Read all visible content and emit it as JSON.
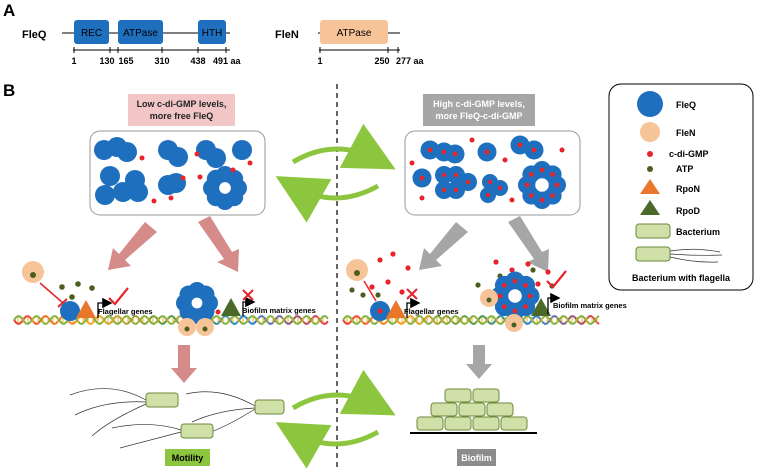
{
  "panel_a": {
    "letter": "A",
    "fleq": {
      "name": "FleQ",
      "domains": [
        "REC",
        "ATPase",
        "HTH"
      ],
      "ticks": [
        "1",
        "130",
        "165",
        "310",
        "438",
        "491 aa"
      ]
    },
    "flen": {
      "name": "FleN",
      "domains": [
        "ATPase"
      ],
      "ticks": [
        "1",
        "250",
        "277 aa"
      ]
    }
  },
  "panel_b": {
    "letter": "B",
    "low": {
      "title_line1": "Low c-di-GMP levels,",
      "title_line2": "more free FleQ",
      "gene_flagellar": "Flagellar genes",
      "gene_biofilm": "Biofilm matrix genes",
      "outcome": "Motility"
    },
    "high": {
      "title_line1": "High c-di-GMP levels,",
      "title_line2": "more FleQ-c-di-GMP",
      "gene_flagellar": "Flagellar genes",
      "gene_biofilm": "Biofilm matrix genes",
      "outcome": "Biofilm"
    },
    "legend": {
      "items": [
        "FleQ",
        "FleN",
        "c-di-GMP",
        "ATP",
        "RpoN",
        "RpoD",
        "Bacterium"
      ],
      "footer": "Bacterium with flagella"
    }
  },
  "colors": {
    "fleq_blue": "#1f6fbf",
    "flen_peach": "#f7c49a",
    "c_di_gmp_red": "#e8232a",
    "atp_olive": "#4a5e1e",
    "rpon_orange": "#e8772a",
    "rpod_green": "#4b6a2a",
    "bacterium_green": "#cfe0a8",
    "arrow_pink": "#d68b8b",
    "arrow_grey": "#a6a6a6",
    "cycle_green": "#8cc63f",
    "low_title_bg": "#f2c6c6",
    "high_title_bg": "#a6a6a6",
    "motility_bg": "#8cc63f",
    "biofilm_bg": "#8c8c8c"
  }
}
